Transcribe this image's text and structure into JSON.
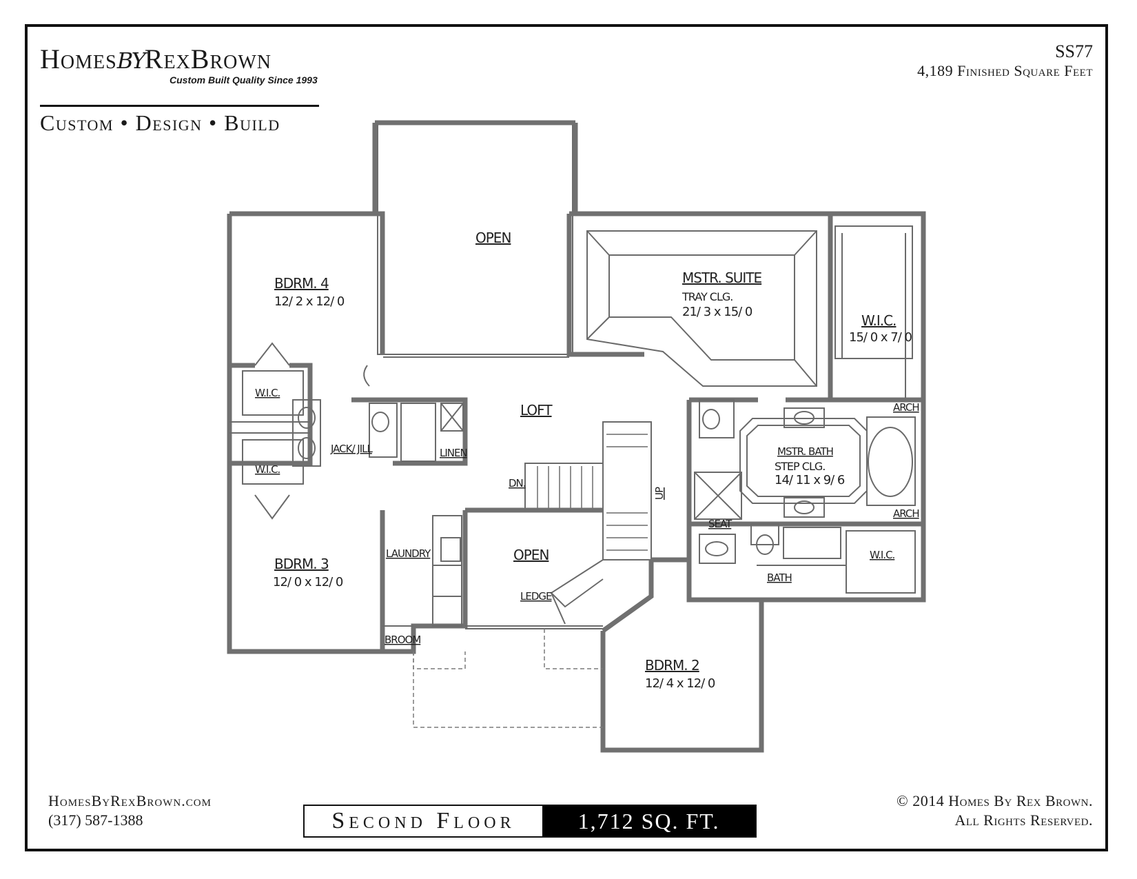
{
  "brand": {
    "name_part1": "Homes",
    "name_by": "by",
    "name_part2": "RexBrown",
    "tagline": "Custom Built Quality Since 1993",
    "services": "Custom • Design • Build"
  },
  "plan": {
    "code": "SS77",
    "finished_sqft": "4,189 Finished Square Feet"
  },
  "footer": {
    "website": "HomesByRexBrown.com",
    "phone": "(317) 587-1388",
    "copyright_line1": "© 2014 Homes By Rex Brown.",
    "copyright_line2": "All Rights Reserved.",
    "floor_name": "Second Floor",
    "floor_area": "1,712 SQ. FT."
  },
  "rooms": {
    "open_top": "OPEN",
    "bdrm4": {
      "name": "BDRM. 4",
      "dim": "12/ 2 x 12/ 0"
    },
    "mstr_suite": {
      "name": "MSTR. SUITE",
      "note": "TRAY CLG.",
      "dim": "21/ 3 x 15/ 0"
    },
    "wic_master": {
      "name": "W.I.C.",
      "dim": "15/ 0 x 7/ 0"
    },
    "wic_1": "W.I.C.",
    "wic_2": "W.I.C.",
    "wic_bath": "W.I.C.",
    "loft": "LOFT",
    "jack_jill": "JACK/ JILL",
    "linen": "LINEN",
    "dn": "DN.",
    "up": "UP",
    "mstr_bath": {
      "name": "MSTR. BATH",
      "note": "STEP CLG.",
      "dim": "14/ 11 x 9/ 6"
    },
    "arch_top": "ARCH",
    "arch_bottom": "ARCH",
    "seat": "SEAT",
    "bdrm3": {
      "name": "BDRM. 3",
      "dim": "12/ 0 x 12/ 0"
    },
    "laundry": "LAUNDRY",
    "open_mid": "OPEN",
    "ledge": "LEDGE",
    "broom": "BROOM",
    "bath": "BATH",
    "bdrm2": {
      "name": "BDRM. 2",
      "dim": "12/ 4 x 12/ 0"
    }
  }
}
